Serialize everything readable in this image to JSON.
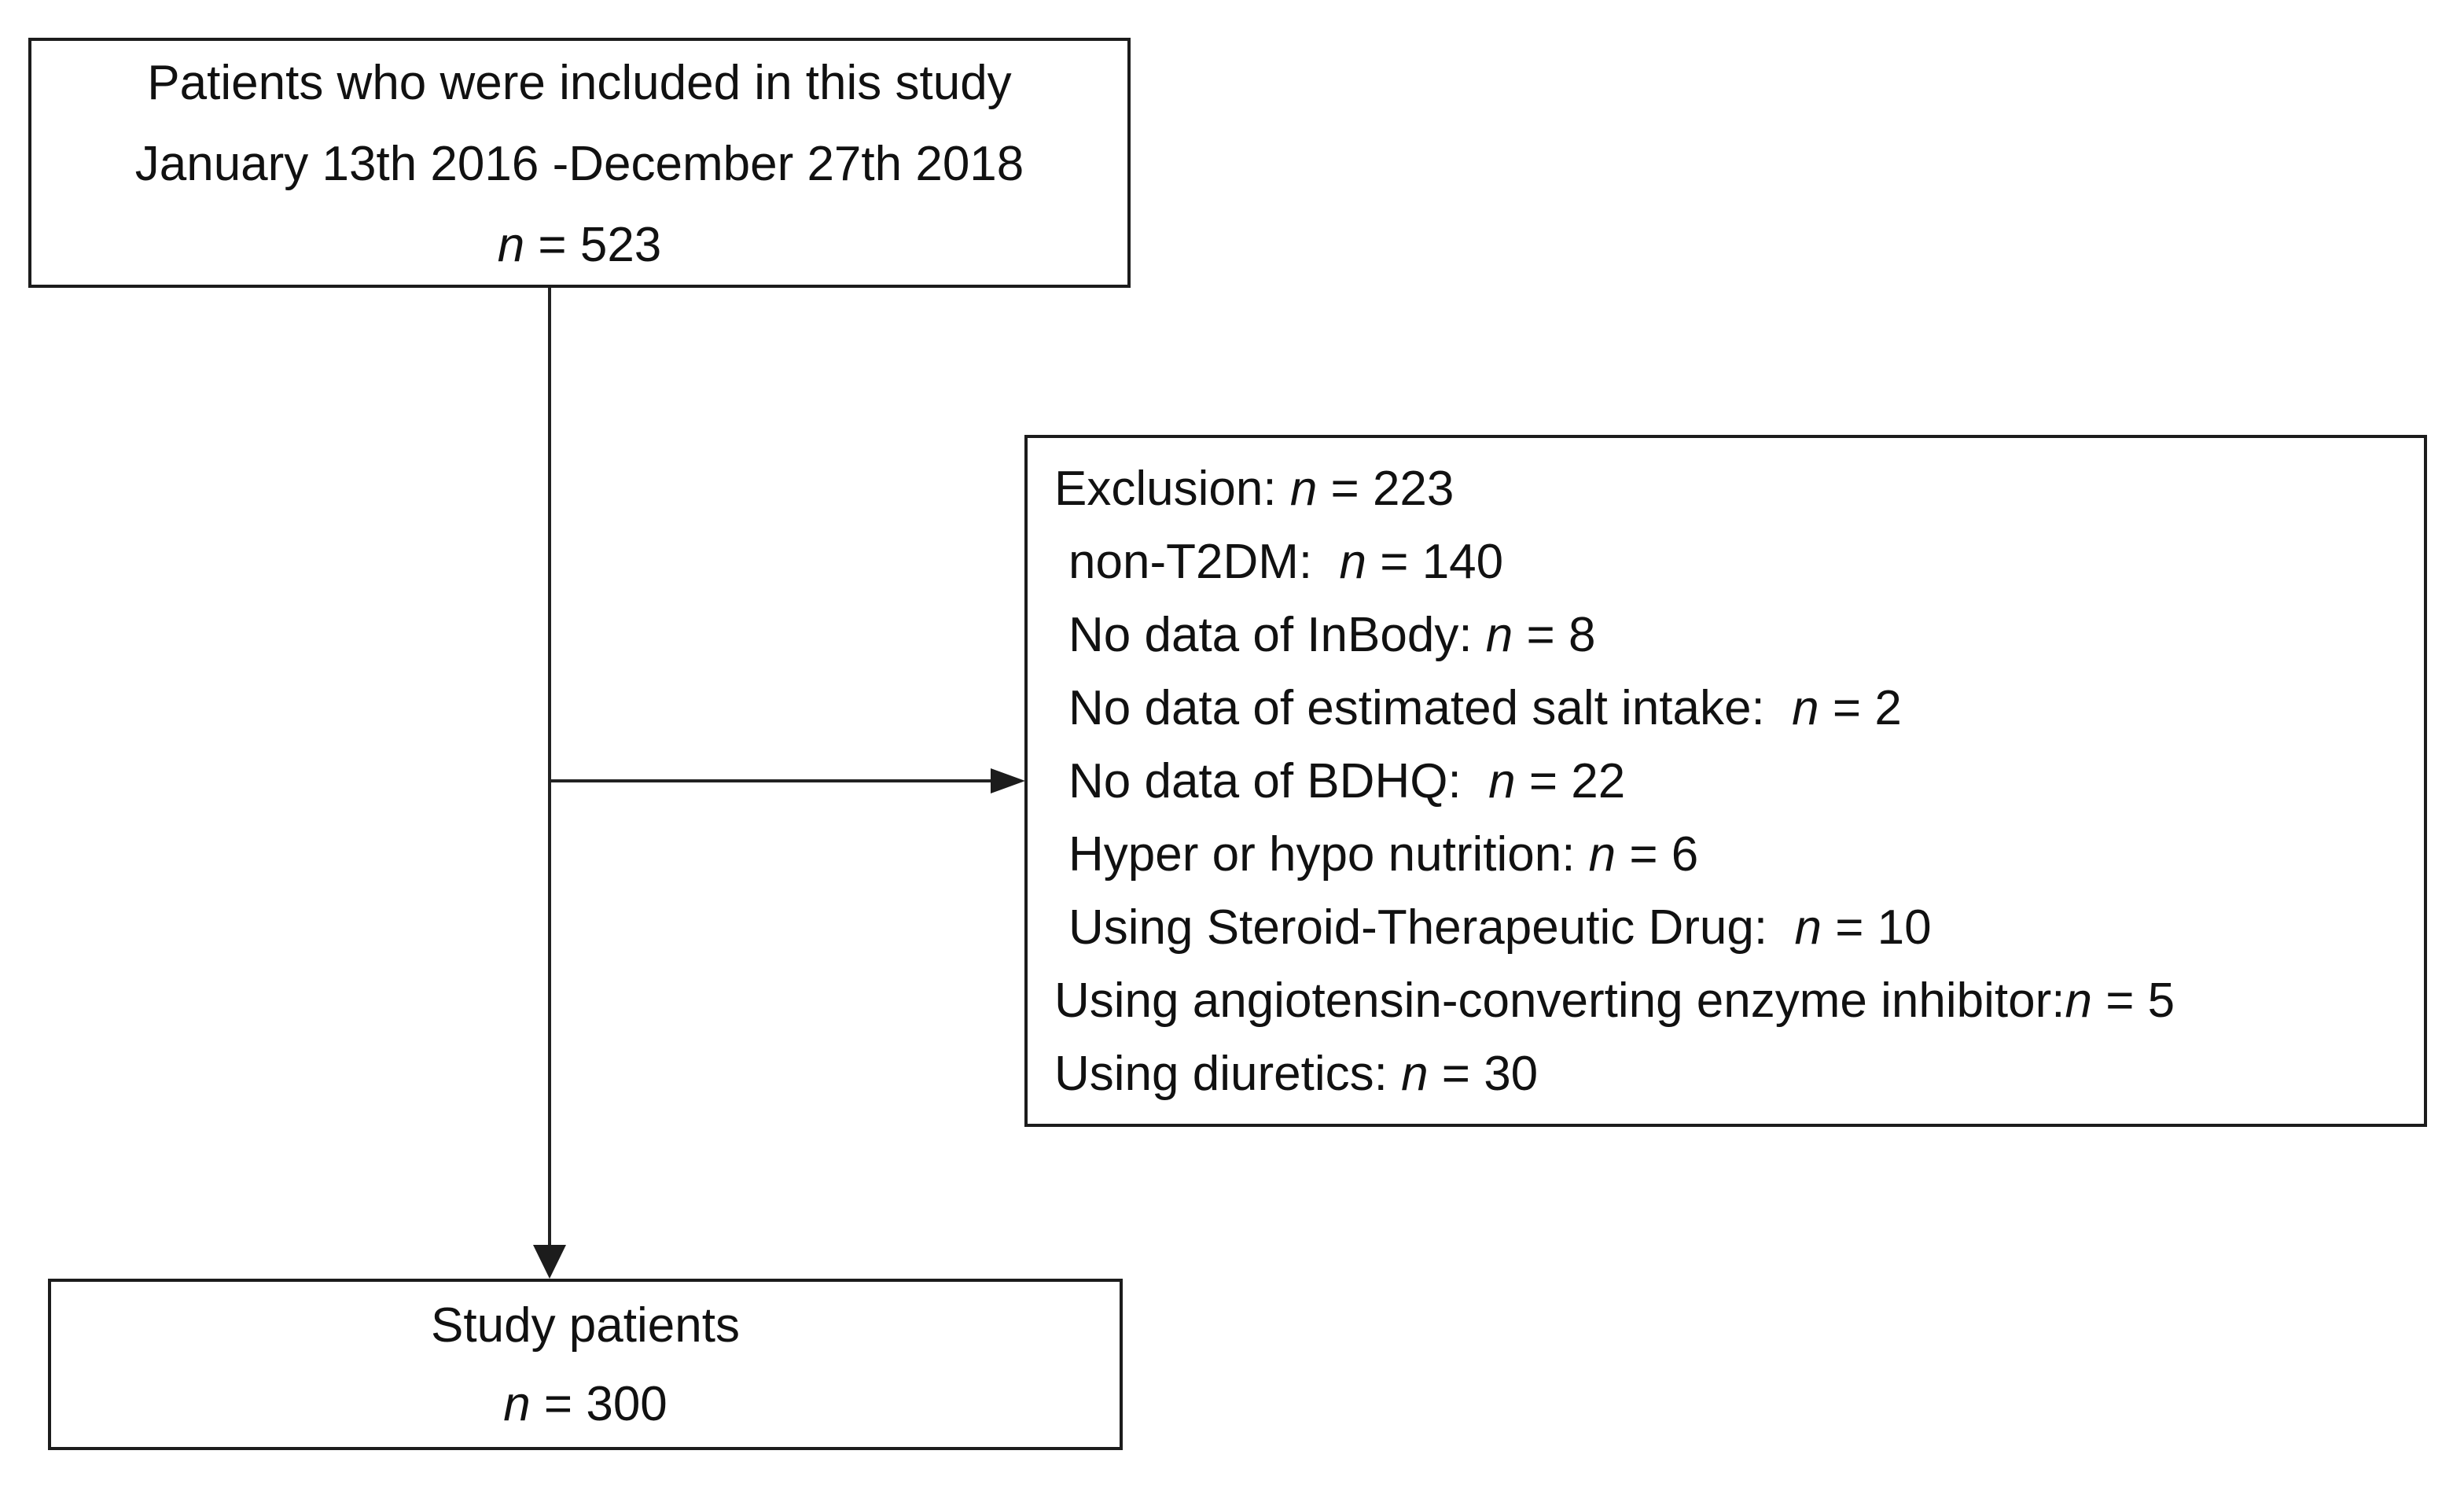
{
  "colors": {
    "border": "#1c1c1c",
    "text": "#111111",
    "background": "#ffffff"
  },
  "enrollment_box": {
    "line1": "Patients who were included in this study",
    "line2": "January 13th 2016 -December 27th 2018",
    "n_symbol": "n",
    "n_value": " = 523"
  },
  "exclusion_box": {
    "items": [
      {
        "label": "Exclusion: ",
        "n": "n",
        "value": " = 223"
      },
      {
        "label": "non-T2DM:  ",
        "n": "n",
        "value": " = 140"
      },
      {
        "label": "No data of InBody: ",
        "n": "n",
        "value": " = 8"
      },
      {
        "label": "No data of estimated salt intake:  ",
        "n": "n",
        "value": " = 2"
      },
      {
        "label": "No data of BDHQ:  ",
        "n": "n",
        "value": " = 22"
      },
      {
        "label": "Hyper or hypo nutrition: ",
        "n": "n",
        "value": " = 6"
      },
      {
        "label": "Using Steroid-Therapeutic Drug:  ",
        "n": "n",
        "value": " = 10"
      },
      {
        "label": "Using angiotensin-converting enzyme inhibitor:",
        "n": "n",
        "value": " = 5"
      },
      {
        "label": "Using diuretics: ",
        "n": "n",
        "value": " = 30"
      }
    ]
  },
  "study_box": {
    "line1": "Study patients",
    "n_symbol": "n",
    "n_value": " = 300"
  }
}
